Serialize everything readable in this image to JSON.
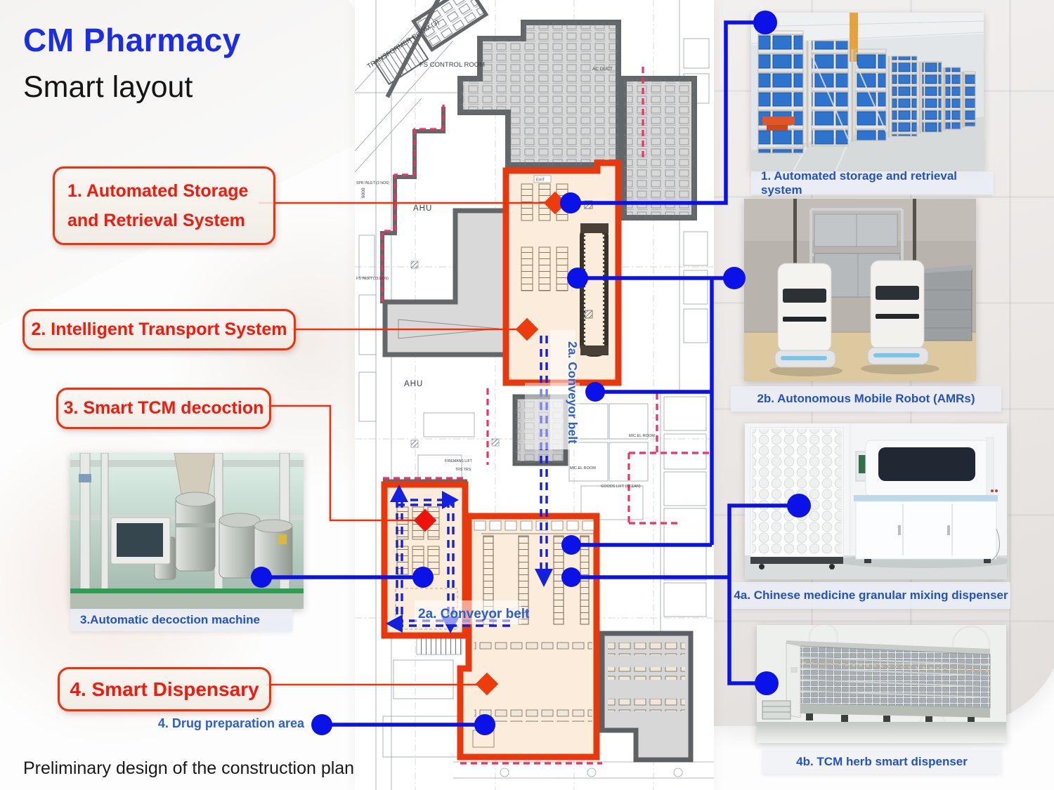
{
  "header": {
    "title": "CM Pharmacy",
    "subtitle": "Smart layout"
  },
  "footer": {
    "note": "Preliminary design of the construction plan"
  },
  "callouts": [
    {
      "line1": "1. Automated Storage",
      "line2": "and Retrieval System"
    },
    {
      "label": "2. Intelligent Transport System"
    },
    {
      "label": "3. Smart TCM decoction"
    },
    {
      "label": "4. Smart Dispensary"
    }
  ],
  "left_photo": {
    "caption": "3.Automatic decoction machine"
  },
  "right_photos": [
    {
      "caption": "1. Automated storage and retrieval system"
    },
    {
      "caption": "2b. Autonomous Mobile Robot (AMRs)"
    },
    {
      "caption": "4a. Chinese medicine granular mixing dispenser"
    },
    {
      "caption": "4b. TCM herb smart dispenser"
    }
  ],
  "plan": {
    "annotation": "4. Drug preparation area",
    "labels": {
      "transformer_room": "TRANSFORMER ROOM (3)",
      "fs_control_room": "FS CONTROL ROOM",
      "ahu_a": "AHU",
      "ahu_b": "AHU",
      "ac_duct": "AC DUCT",
      "mic_el_a": "MIC.EL ROOM",
      "mic_el_b": "MIC.EL ROOM",
      "goods_lift": "GOODS LIFT (CLEAN)",
      "firemans_lift": "FIREMANS LIFT",
      "trs": "TRS  TRS",
      "exit": "EXIT",
      "fs_inlet": "FS INLET (15 NOS)",
      "spr_inlet": "SPR INLET (3 NOS)",
      "dim_9000": "9000",
      "conveyor_vertical": "2a. Conveyor belt",
      "conveyor_horizontal": "2a. Conveyor belt"
    }
  },
  "colors": {
    "title_blue": "#1b2ee6",
    "caption_blue": "#2351c9",
    "connector_blue": "#0a12e8",
    "callout_red": "#f2300c",
    "zone_orange": "#e8380d",
    "zone_fill": "#fcecdc",
    "boundary_pink": "#f1315f",
    "wall_gray": "#63676a"
  }
}
